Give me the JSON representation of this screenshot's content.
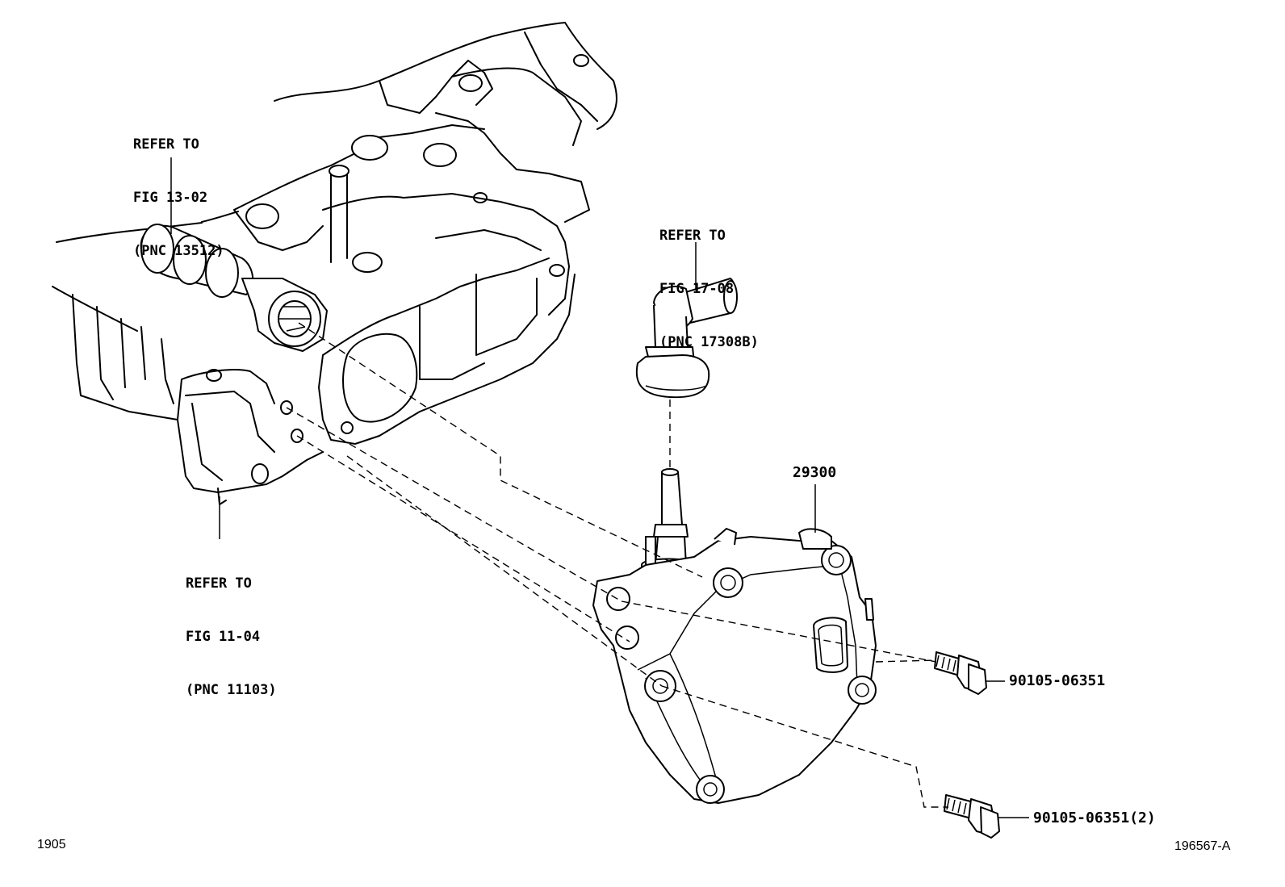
{
  "callouts": {
    "camshaft": {
      "line1": "REFER TO",
      "line2": "FIG 13-02",
      "line3": "(PNC 13512)"
    },
    "hose": {
      "line1": "REFER TO",
      "line2": "FIG 17-08",
      "line3": "(PNC 17308B)"
    },
    "cylinder_head": {
      "line1": "REFER TO",
      "line2": "FIG 11-04",
      "line3": "(PNC 11103)"
    }
  },
  "parts": {
    "pump": "29300",
    "bolt_upper": "90105-06351",
    "bolt_lower": "90105-06351(2)"
  },
  "footer": {
    "left_code": "1905",
    "right_code": "196567-A"
  }
}
